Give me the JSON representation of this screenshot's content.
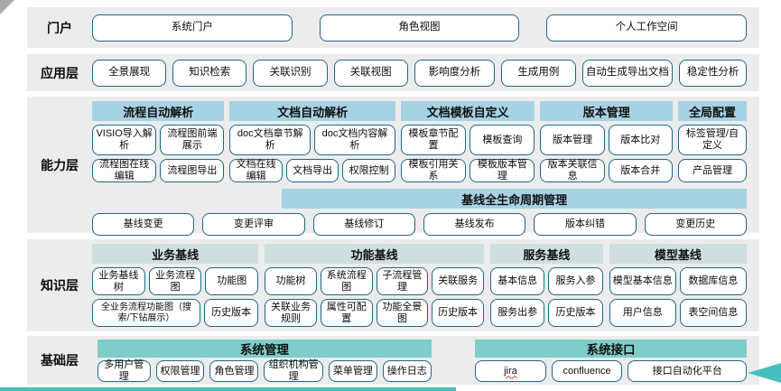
{
  "colors": {
    "band_bg": "#ececec",
    "header_blue": "#a7d2e3",
    "header_pale": "#cfdfdf",
    "header_teal": "#7ecdca",
    "button_border": "#1f6787",
    "accent_teal": "#45c0bd",
    "misspell_underline": "#e53935"
  },
  "portal": {
    "label": "门户",
    "buttons": [
      "系统门户",
      "角色视图",
      "个人工作空间"
    ]
  },
  "app": {
    "label": "应用层",
    "buttons": [
      "全景展现",
      "知识检索",
      "关联识别",
      "关联视图",
      "影响度分析",
      "生成用例",
      "自动生成导出文档",
      "稳定性分析"
    ]
  },
  "capability": {
    "label": "能力层",
    "groups": [
      {
        "title": "流程自动解析",
        "row1": [
          "VISIO导入解析",
          "流程图前端展示"
        ],
        "row2": [
          "流程图在线编辑",
          "流程图导出"
        ]
      },
      {
        "title": "文档自动解析",
        "row1": [
          "doc文档章节解析",
          "doc文档内容解析"
        ],
        "row2": [
          "文档在线编辑",
          "文档导出",
          "权限控制"
        ]
      },
      {
        "title": "文档模板自定义",
        "row1": [
          "模板章节配置",
          "模板查询"
        ],
        "row2": [
          "模板引用关系",
          "模板版本管理"
        ]
      },
      {
        "title": "版本管理",
        "row1": [
          "版本管理",
          "版本比对"
        ],
        "row2": [
          "版本关联信息",
          "版本合并"
        ]
      },
      {
        "title": "全局配置",
        "row1": [
          "标签管理/自定义"
        ],
        "row2": [
          "产品管理"
        ]
      }
    ],
    "baseline": {
      "title": "基线全生命周期管理",
      "buttons": [
        "基线变更",
        "变更评审",
        "基线修订",
        "基线发布",
        "版本纠错",
        "变更历史"
      ]
    }
  },
  "knowledge": {
    "label": "知识层",
    "groups": [
      {
        "title": "业务基线",
        "row1": [
          "业务基线树",
          "业务流程图",
          "功能图"
        ],
        "row2": [
          "全业务流程功能图（搜索/下钻展示）",
          "历史版本"
        ]
      },
      {
        "title": "功能基线",
        "row1": [
          "功能树",
          "系统流程图",
          "子流程管理",
          "关联服务"
        ],
        "row2": [
          "关联业务规则",
          "属性可配置",
          "功能全景图",
          "历史版本"
        ]
      },
      {
        "title": "服务基线",
        "row1": [
          "基本信息",
          "服务入参"
        ],
        "row2": [
          "服务出参",
          "历史版本"
        ]
      },
      {
        "title": "模型基线",
        "row1": [
          "模型基本信息",
          "数据库信息"
        ],
        "row2": [
          "用户信息",
          "表空间信息"
        ]
      }
    ]
  },
  "foundation": {
    "label": "基础层",
    "groups": [
      {
        "title": "系统管理",
        "buttons": [
          "多用户管理",
          "权限管理",
          "角色管理",
          "组织机构管理",
          "菜单管理",
          "操作日志"
        ]
      },
      {
        "title": "系统接口",
        "buttons": [
          "jira",
          "confluence",
          "接口自动化平台"
        ]
      }
    ]
  }
}
